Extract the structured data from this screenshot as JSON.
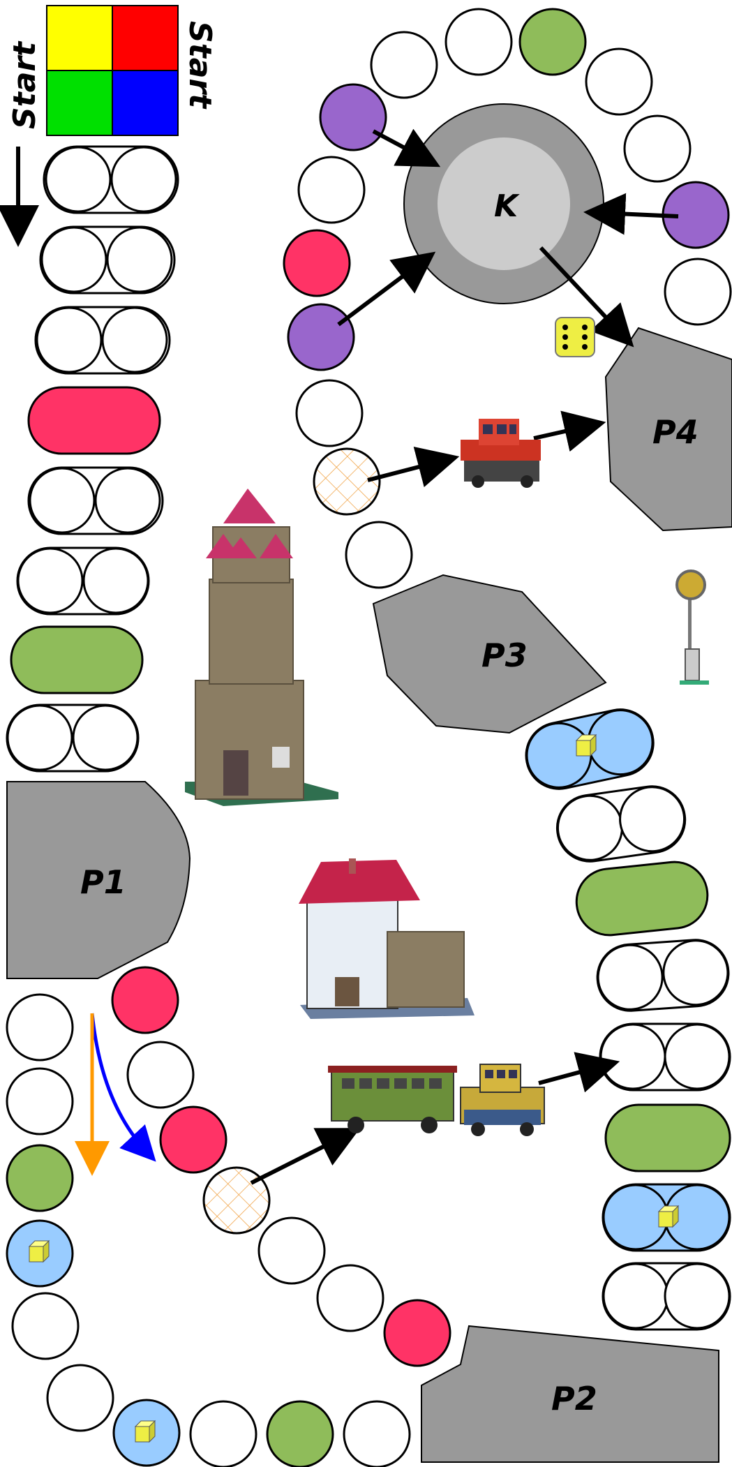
{
  "start_label": "Start",
  "start_colors": [
    "#ffff00",
    "#ff0000",
    "#00e000",
    "#0000ff"
  ],
  "center_label": "K",
  "parking_labels": [
    "P1",
    "P2",
    "P3",
    "P4"
  ],
  "field_colors": {
    "white": "#ffffff",
    "red": "#ff3366",
    "green": "#8fbc5a",
    "purple": "#9966cc",
    "blue": "#99ccff",
    "grey": "#999999",
    "light_grey": "#cccccc",
    "cube": "#eeee55"
  },
  "arrow_colors": [
    "#000000",
    "#0000ff",
    "#ff9900"
  ],
  "icons": [
    "tower-icon",
    "timber-house-icon",
    "locomotive-icon",
    "train-icon",
    "signal-icon",
    "dice-icon",
    "cube-icon"
  ]
}
